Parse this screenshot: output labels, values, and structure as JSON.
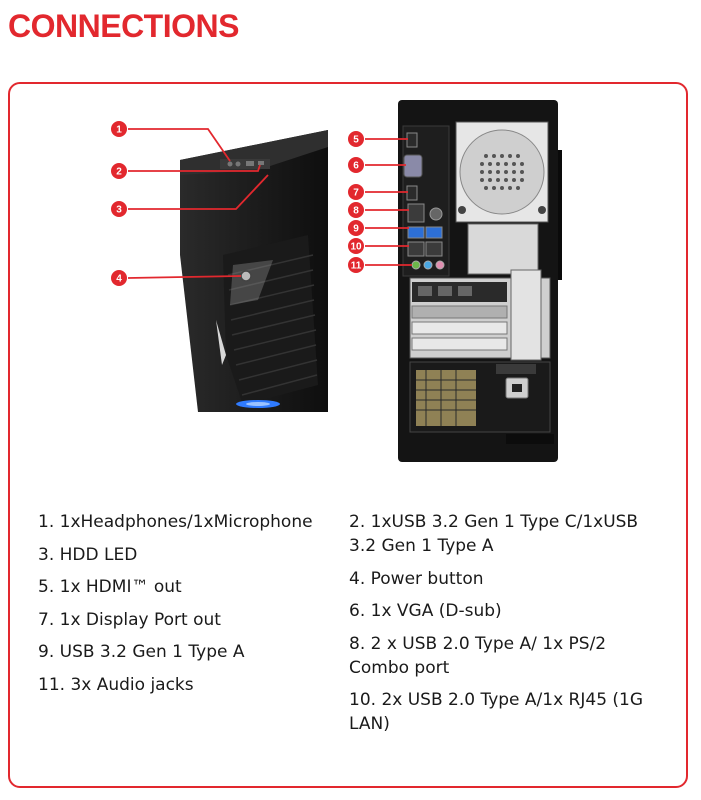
{
  "header": {
    "title": "CONNECTIONS"
  },
  "colors": {
    "accent": "#e2282e",
    "case": "#151515",
    "text": "#1a1a1a"
  },
  "front_callouts": [
    "1",
    "2",
    "3",
    "4"
  ],
  "rear_callouts": [
    "5",
    "6",
    "7",
    "8",
    "9",
    "10",
    "11"
  ],
  "specs": {
    "left": [
      "1. 1xHeadphones/1xMicrophone",
      "3. HDD LED",
      "5. 1x HDMI™ out",
      "7. 1x Display Port out",
      "9. USB 3.2 Gen 1 Type A",
      "11. 3x Audio jacks"
    ],
    "right": [
      "2. 1xUSB 3.2 Gen 1 Type C/1xUSB 3.2 Gen 1 Type A",
      "4. Power button",
      "6. 1x VGA (D-sub)",
      "8.  2 x USB 2.0 Type A/ 1x PS/2 Combo port",
      "10. 2x USB 2.0 Type A/1x RJ45 (1G LAN)"
    ]
  }
}
